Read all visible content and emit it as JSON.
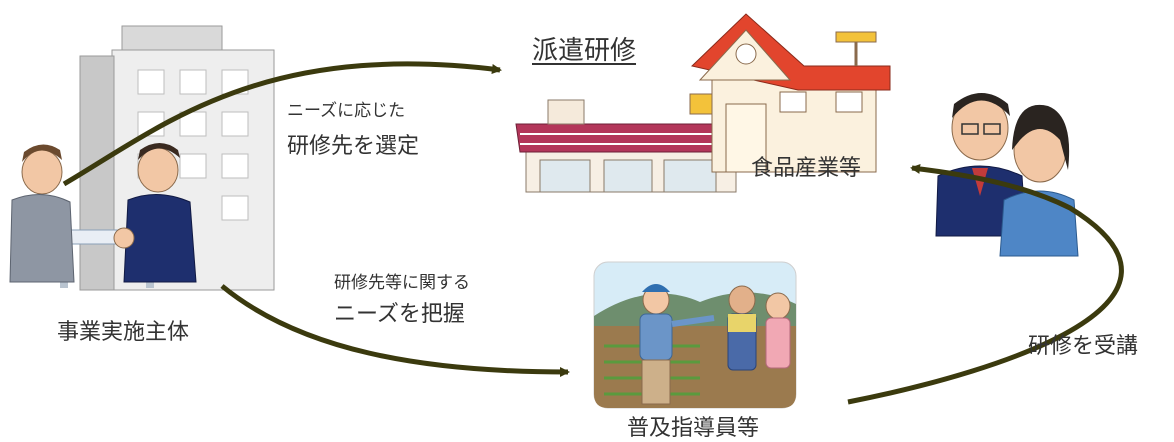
{
  "diagram": {
    "title": "派遣研修",
    "nodes": {
      "implementer": "事業実施主体",
      "food_industry": "食品産業等",
      "extension_worker": "普及指導員等",
      "trainees": ""
    },
    "edges": {
      "select_line1": "ニーズに応じた",
      "select_line2": "研修先を選定",
      "needs_line1": "研修先等に関する",
      "needs_line2": "ニーズを把握",
      "attend": "研修を受講"
    },
    "colors": {
      "arrow": "#3b3a0e",
      "roof": "#e2452d",
      "shop_awning": "#b3365a",
      "suit": "#1e2f6e",
      "building": "#e8e8e8"
    }
  }
}
